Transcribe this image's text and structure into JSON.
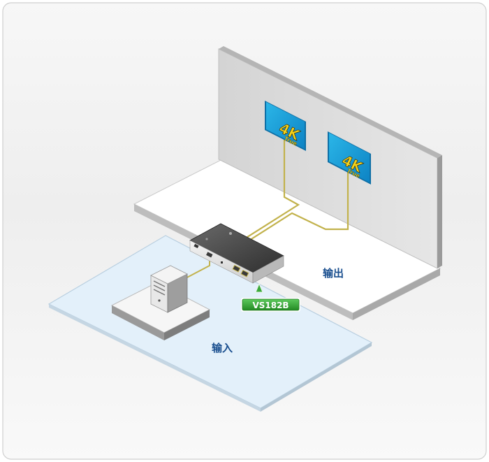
{
  "diagram": {
    "output_label": "输出",
    "input_label": "输入",
    "device_label": "VS182B",
    "display_logo": {
      "big": "4K",
      "small": "True"
    }
  },
  "colors": {
    "frame_border": "#cfcfcf",
    "wall": "#dcdcdc",
    "floor_input": "#e3f0fa",
    "label_text": "#1a4f8f",
    "device_label_bg": "#2f9a2f",
    "cable": "#c6b85a",
    "screen_bg": "#1aa3d9",
    "logo_yellow": "#f2d21b"
  }
}
